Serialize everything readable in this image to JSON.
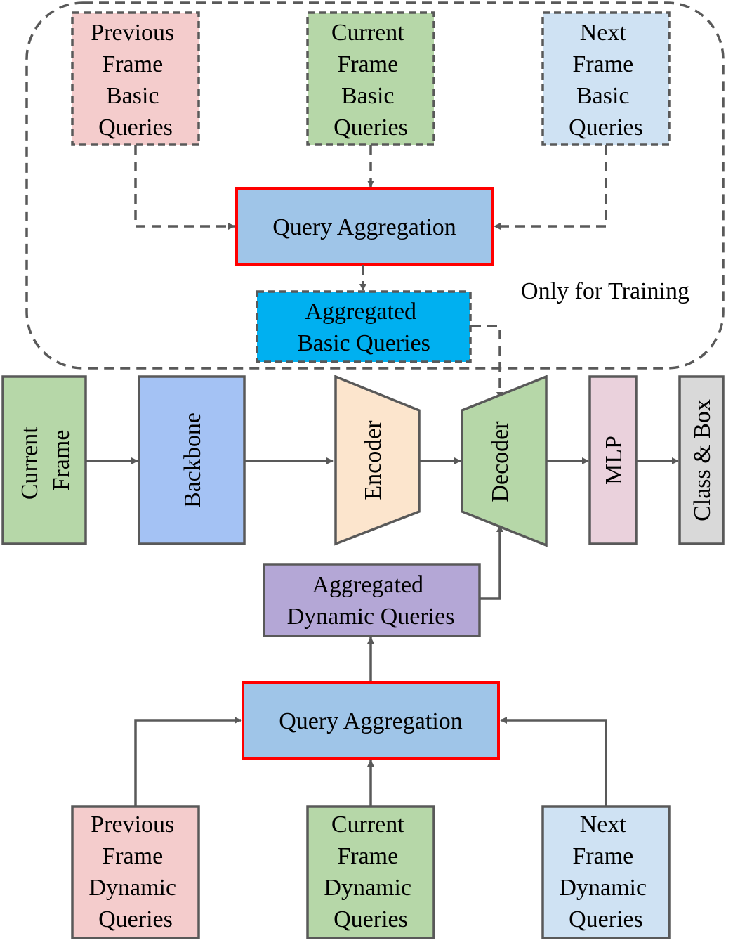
{
  "training_region": {
    "label": "Only for Training",
    "prev_basic": [
      "Previous",
      "Frame",
      "Basic",
      "Queries"
    ],
    "curr_basic": [
      "Current",
      "Frame",
      "Basic",
      "Queries"
    ],
    "next_basic": [
      "Next",
      "Frame",
      "Basic",
      "Queries"
    ],
    "query_aggregation": "Query Aggregation",
    "aggregated_basic": [
      "Aggregated",
      "Basic Queries"
    ]
  },
  "pipeline": {
    "current_frame": [
      "Current",
      "Frame"
    ],
    "backbone": "Backbone",
    "encoder": "Encoder",
    "decoder": "Decoder",
    "mlp": "MLP",
    "class_box": "Class & Box"
  },
  "dynamic": {
    "aggregated_dynamic": [
      "Aggregated",
      "Dynamic  Queries"
    ],
    "query_aggregation": "Query Aggregation",
    "prev_dynamic": [
      "Previous",
      "Frame",
      "Dynamic",
      "Queries"
    ],
    "curr_dynamic": [
      "Current",
      "Frame",
      "Dynamic",
      "Queries"
    ],
    "next_dynamic": [
      "Next",
      "Frame",
      "Dynamic",
      "Queries"
    ]
  },
  "colors": {
    "pink": "#f4cccc",
    "green": "#b6d7a8",
    "light_blue": "#cfe2f3",
    "query_agg": "#9fc5e8",
    "query_agg_border": "#ff0000",
    "cyan": "#00b0f0",
    "backbone": "#a4c2f4",
    "encoder": "#fce5cd",
    "mlp": "#ead1dc",
    "class_box": "#d9d9d9",
    "aggregated_dynamic": "#b4a7d6",
    "line": "#595959"
  }
}
